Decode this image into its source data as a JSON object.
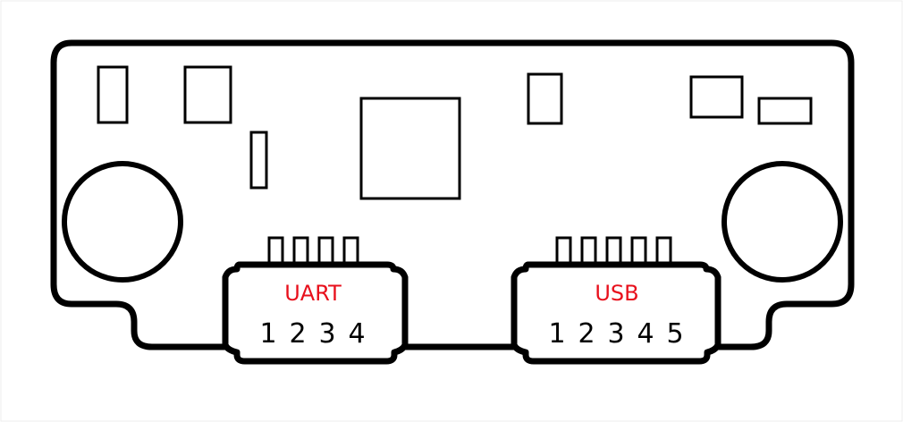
{
  "label_color": "#e8101c",
  "line_color": "#000000",
  "connectors": {
    "uart": {
      "label": "UART",
      "pins": [
        "1",
        "2",
        "3",
        "4"
      ]
    },
    "usb": {
      "label": "USB",
      "pins": [
        "1",
        "2",
        "3",
        "4",
        "5"
      ]
    }
  }
}
